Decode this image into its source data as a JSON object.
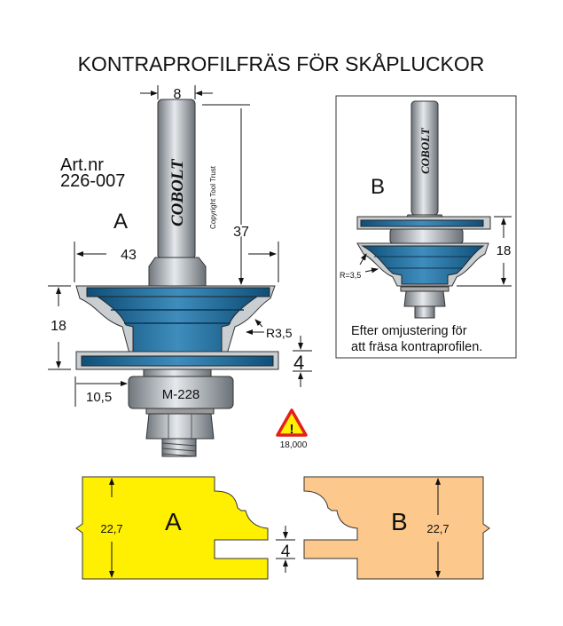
{
  "title": "KONTRAPROFILFRÄS FÖR SKÅPLUCKOR",
  "article": {
    "label": "Art.nr",
    "number": "226-007"
  },
  "brand": "COBOLT",
  "copyright": "Copyright Tool Trust",
  "cutter_a": {
    "label": "A",
    "dim_shank": "8",
    "dim_length": "37",
    "dim_diameter": "43",
    "dim_height": "18",
    "dim_radius": "R3,5",
    "dim_groove": "4",
    "dim_offset": "10,5",
    "bearing": "M-228"
  },
  "warning": {
    "rpm": "18,000",
    "icon": "warning-triangle-icon"
  },
  "cutter_b": {
    "label": "B",
    "dim_height": "18",
    "dim_radius": "R=3,5",
    "caption_line1": "Efter omjustering för",
    "caption_line2": "att fräsa kontraprofilen."
  },
  "profile_a": {
    "label": "A",
    "dim_thickness": "22,7",
    "color": "#ffef00"
  },
  "profile_b": {
    "label": "B",
    "dim_thickness": "22,7",
    "color": "#fdc88c"
  },
  "profile_gap": "4",
  "colors": {
    "blue": "#1e6e9c",
    "steel": "#b8bec4"
  }
}
